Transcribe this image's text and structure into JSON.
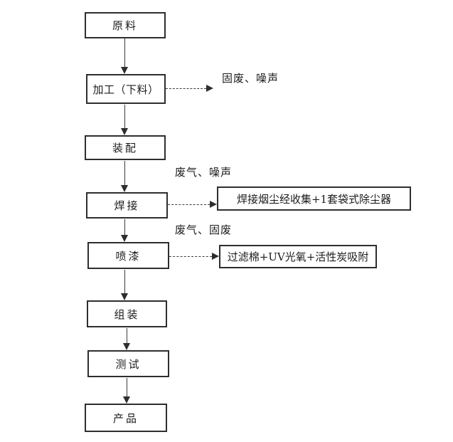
{
  "diagram": {
    "type": "flowchart",
    "process_nodes": [
      {
        "label": "原料"
      },
      {
        "label": "加工（下料）"
      },
      {
        "label": "装配"
      },
      {
        "label": "焊接"
      },
      {
        "label": "喷漆"
      },
      {
        "label": "组装"
      },
      {
        "label": "测试"
      },
      {
        "label": "产品"
      }
    ],
    "treatment_boxes": [
      {
        "label": "焊接烟尘经收集+1套袋式除尘器"
      },
      {
        "label": "过滤棉+UV光氧+活性炭吸附"
      }
    ],
    "emission_labels": [
      {
        "label": "固废、噪声"
      },
      {
        "label": "废气、噪声"
      },
      {
        "label": "废气、固废"
      }
    ],
    "colors": {
      "background": "#ffffff",
      "line": "#3d3d3d",
      "border": "#2e2e2e",
      "text": "#1c1c1c"
    }
  }
}
